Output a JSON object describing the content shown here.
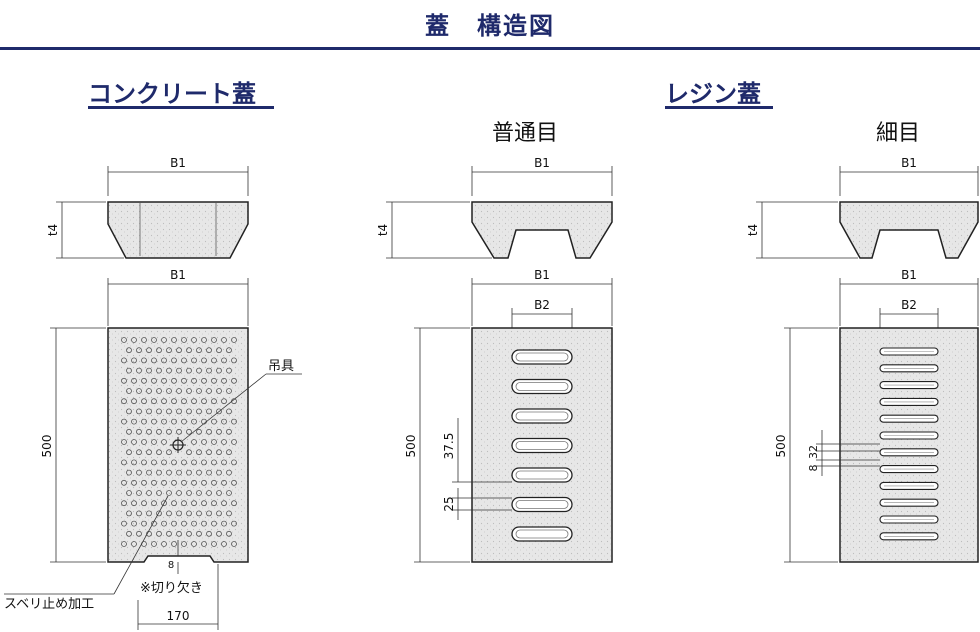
{
  "header": {
    "title": "蓋　構造図"
  },
  "concrete": {
    "heading": "コンクリート蓋",
    "dim_b1_top": "B1",
    "dim_t4": "t4",
    "dim_b1_plan": "B1",
    "dim_500": "500",
    "label_hook": "吊具",
    "label_slip": "スベリ止め加工",
    "label_notch": "※切り欠き",
    "dim_170": "170",
    "dim_8": "8"
  },
  "resin_normal": {
    "subheading": "普通目",
    "dim_b1_top": "B1",
    "dim_t4": "t4",
    "dim_b1_plan": "B1",
    "dim_b2": "B2",
    "dim_500": "500",
    "dim_375": "37.5",
    "dim_25": "25"
  },
  "resin_fine": {
    "heading": "レジン蓋",
    "subheading": "細目",
    "dim_b1_top": "B1",
    "dim_t4": "t4",
    "dim_b1_plan": "B1",
    "dim_b2": "B2",
    "dim_500": "500",
    "dim_32": "32",
    "dim_8": "8"
  }
}
